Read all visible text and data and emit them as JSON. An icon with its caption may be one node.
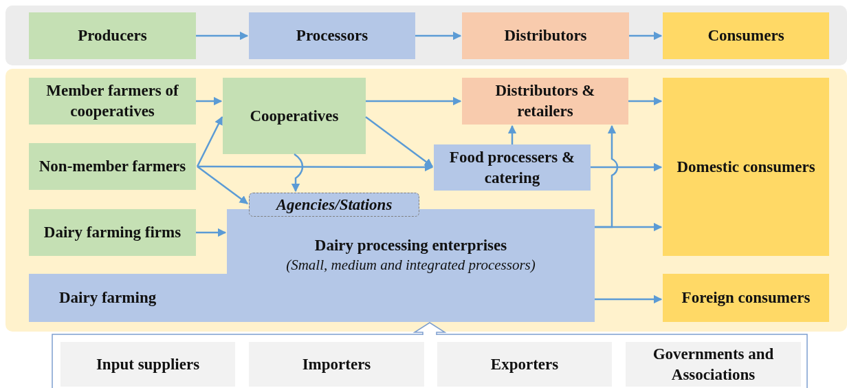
{
  "diagram": {
    "nodes": [
      {
        "text": [],
        "shape": "box"
      },
      {
        "text": [
          "Producers"
        ],
        "in": 0
      },
      {
        "text": [
          "Processors"
        ],
        "in": 0
      },
      {
        "text": [
          "Distributors"
        ],
        "in": 0
      },
      {
        "text": [
          "Consumers"
        ],
        "in": 0
      },
      {
        "text": [],
        "shape": "box"
      },
      {
        "text": [
          "Member farmers of cooperatives"
        ],
        "in": 5
      },
      {
        "text": [
          "Cooperatives"
        ],
        "in": 5
      },
      {
        "text": [
          "Distributors & retailers"
        ],
        "in": 5
      },
      {
        "text": [
          "Domestic consumers"
        ],
        "in": 5
      },
      {
        "text": [
          "Non-member farmers"
        ],
        "in": 5
      },
      {
        "text": [
          "Food processers & catering"
        ],
        "in": 5
      },
      {
        "text": [
          "Agencies/Stations"
        ],
        "in": 5
      },
      {
        "text": [
          "Dairy farming firms"
        ],
        "in": 5
      },
      {
        "text": [
          "Dairy processing enterprises",
          "(Small, medium and integrated processors)"
        ],
        "in": 5
      },
      {
        "text": [
          "Dairy farming"
        ],
        "in": 5
      },
      {
        "text": [
          "Foreign consumers"
        ],
        "in": 5
      },
      {
        "text": [],
        "shape": "box"
      },
      {
        "text": [
          "Input suppliers"
        ],
        "in": 17
      },
      {
        "text": [
          "Importers"
        ],
        "in": 17
      },
      {
        "text": [
          "Exporters"
        ],
        "in": 17
      },
      {
        "text": [
          "Governments and Associations"
        ],
        "in": 17
      }
    ],
    "edges": [
      {
        "from": 1,
        "to": 2,
        "arrow": "to"
      },
      {
        "from": 2,
        "to": 3,
        "arrow": "to"
      },
      {
        "from": 3,
        "to": 4,
        "arrow": "to"
      },
      {
        "from": 6,
        "to": 7,
        "arrow": "to"
      },
      {
        "from": 7,
        "to": 8,
        "arrow": "to"
      },
      {
        "from": 8,
        "to": 9,
        "arrow": "to"
      },
      {
        "from": 10,
        "to": 7,
        "arrow": "to"
      },
      {
        "from": 10,
        "to": 11,
        "arrow": "to"
      },
      {
        "from": 10,
        "to": 12,
        "arrow": "to"
      },
      {
        "from": 7,
        "to": 11,
        "arrow": "to"
      },
      {
        "from": 7,
        "to": 12,
        "arrow": "to"
      },
      {
        "from": 11,
        "to": 8,
        "arrow": "to"
      },
      {
        "from": 11,
        "to": 9,
        "arrow": "to"
      },
      {
        "from": 13,
        "to": 14,
        "arrow": "to"
      },
      {
        "from": 14,
        "to": 9,
        "arrow": "to"
      },
      {
        "from": 14,
        "to": 8,
        "arrow": "to"
      },
      {
        "from": 14,
        "to": 16,
        "arrow": "to"
      },
      {
        "from": 17,
        "to": 14,
        "arrow": "to"
      }
    ]
  }
}
